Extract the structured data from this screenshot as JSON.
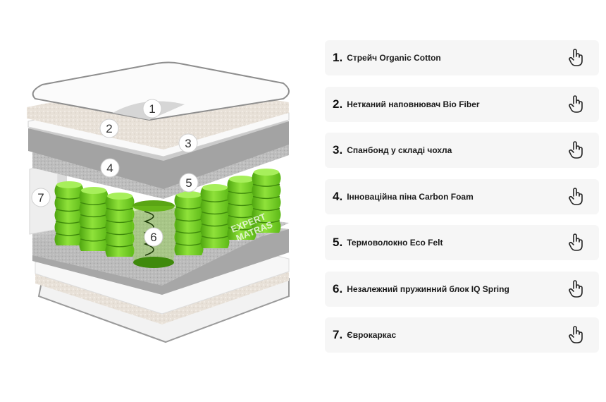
{
  "watermark": {
    "line1": "EXPERT",
    "line2": "MATRAS"
  },
  "badges": {
    "b1": "1",
    "b2": "2",
    "b3": "3",
    "b4": "4",
    "b5": "5",
    "b6": "6",
    "b7": "7"
  },
  "layers": [
    {
      "num": "1.",
      "label": "Стрейч Organic Cotton"
    },
    {
      "num": "2.",
      "label": "Нетканий наповнювач Bio Fiber"
    },
    {
      "num": "3.",
      "label": "Спанбонд у складі чохла"
    },
    {
      "num": "4.",
      "label": "Інноваційна піна Carbon Foam"
    },
    {
      "num": "5.",
      "label": "Термоволокно Eco Felt"
    },
    {
      "num": "6.",
      "label": "Незалежний пружинний блок IQ Spring"
    },
    {
      "num": "7.",
      "label": "Єврокаркас"
    }
  ],
  "colors": {
    "spring": "#7ed321",
    "card_bg": "#f6f6f6",
    "foam": "#a9a9a9"
  },
  "icons": {
    "item_action": "tap-hand-icon"
  }
}
